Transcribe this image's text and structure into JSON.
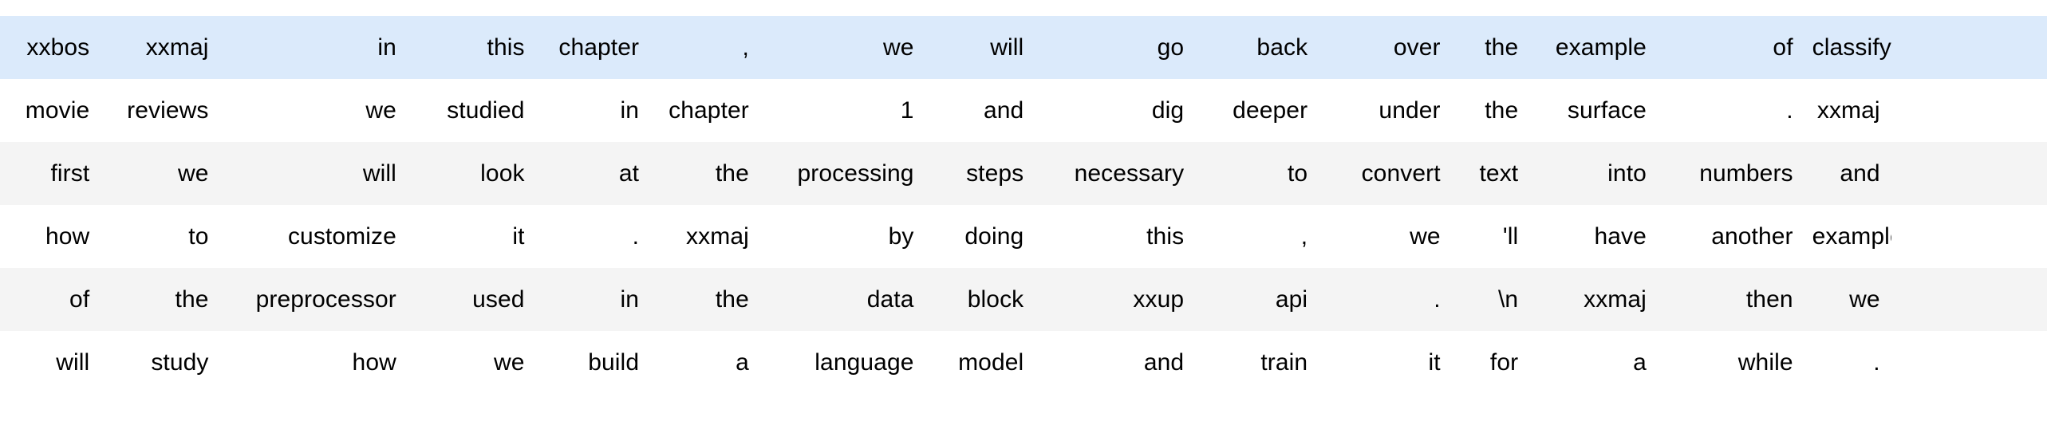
{
  "table": {
    "kind": "token-grid",
    "row_count": 6,
    "column_count": 16,
    "text_align": "right",
    "colors": {
      "highlight_row_background": "#dbeafb",
      "alternate_row_background": "#f4f4f4",
      "plain_row_background": "#ffffff",
      "text": "#000000"
    },
    "rows": [
      {
        "style": "highlight",
        "cells": [
          "xxbos",
          "xxmaj",
          "in",
          "this",
          "chapter",
          ",",
          "we",
          "will",
          "go",
          "back",
          "over",
          "the",
          "example",
          "of",
          "classifying"
        ]
      },
      {
        "style": "plain",
        "cells": [
          "movie",
          "reviews",
          "we",
          "studied",
          "in",
          "chapter",
          "1",
          "and",
          "dig",
          "deeper",
          "under",
          "the",
          "surface",
          ".",
          "xxmaj"
        ]
      },
      {
        "style": "alt",
        "cells": [
          "first",
          "we",
          "will",
          "look",
          "at",
          "the",
          "processing",
          "steps",
          "necessary",
          "to",
          "convert",
          "text",
          "into",
          "numbers",
          "and"
        ]
      },
      {
        "style": "plain",
        "cells": [
          "how",
          "to",
          "customize",
          "it",
          ".",
          "xxmaj",
          "by",
          "doing",
          "this",
          ",",
          "we",
          "'ll",
          "have",
          "another",
          "example"
        ]
      },
      {
        "style": "alt",
        "cells": [
          "of",
          "the",
          "preprocessor",
          "used",
          "in",
          "the",
          "data",
          "block",
          "xxup",
          "api",
          ".",
          "\\n",
          "xxmaj",
          "then",
          "we"
        ]
      },
      {
        "style": "plain",
        "cells": [
          "will",
          "study",
          "how",
          "we",
          "build",
          "a",
          "language",
          "model",
          "and",
          "train",
          "it",
          "for",
          "a",
          "while",
          "."
        ]
      }
    ]
  }
}
